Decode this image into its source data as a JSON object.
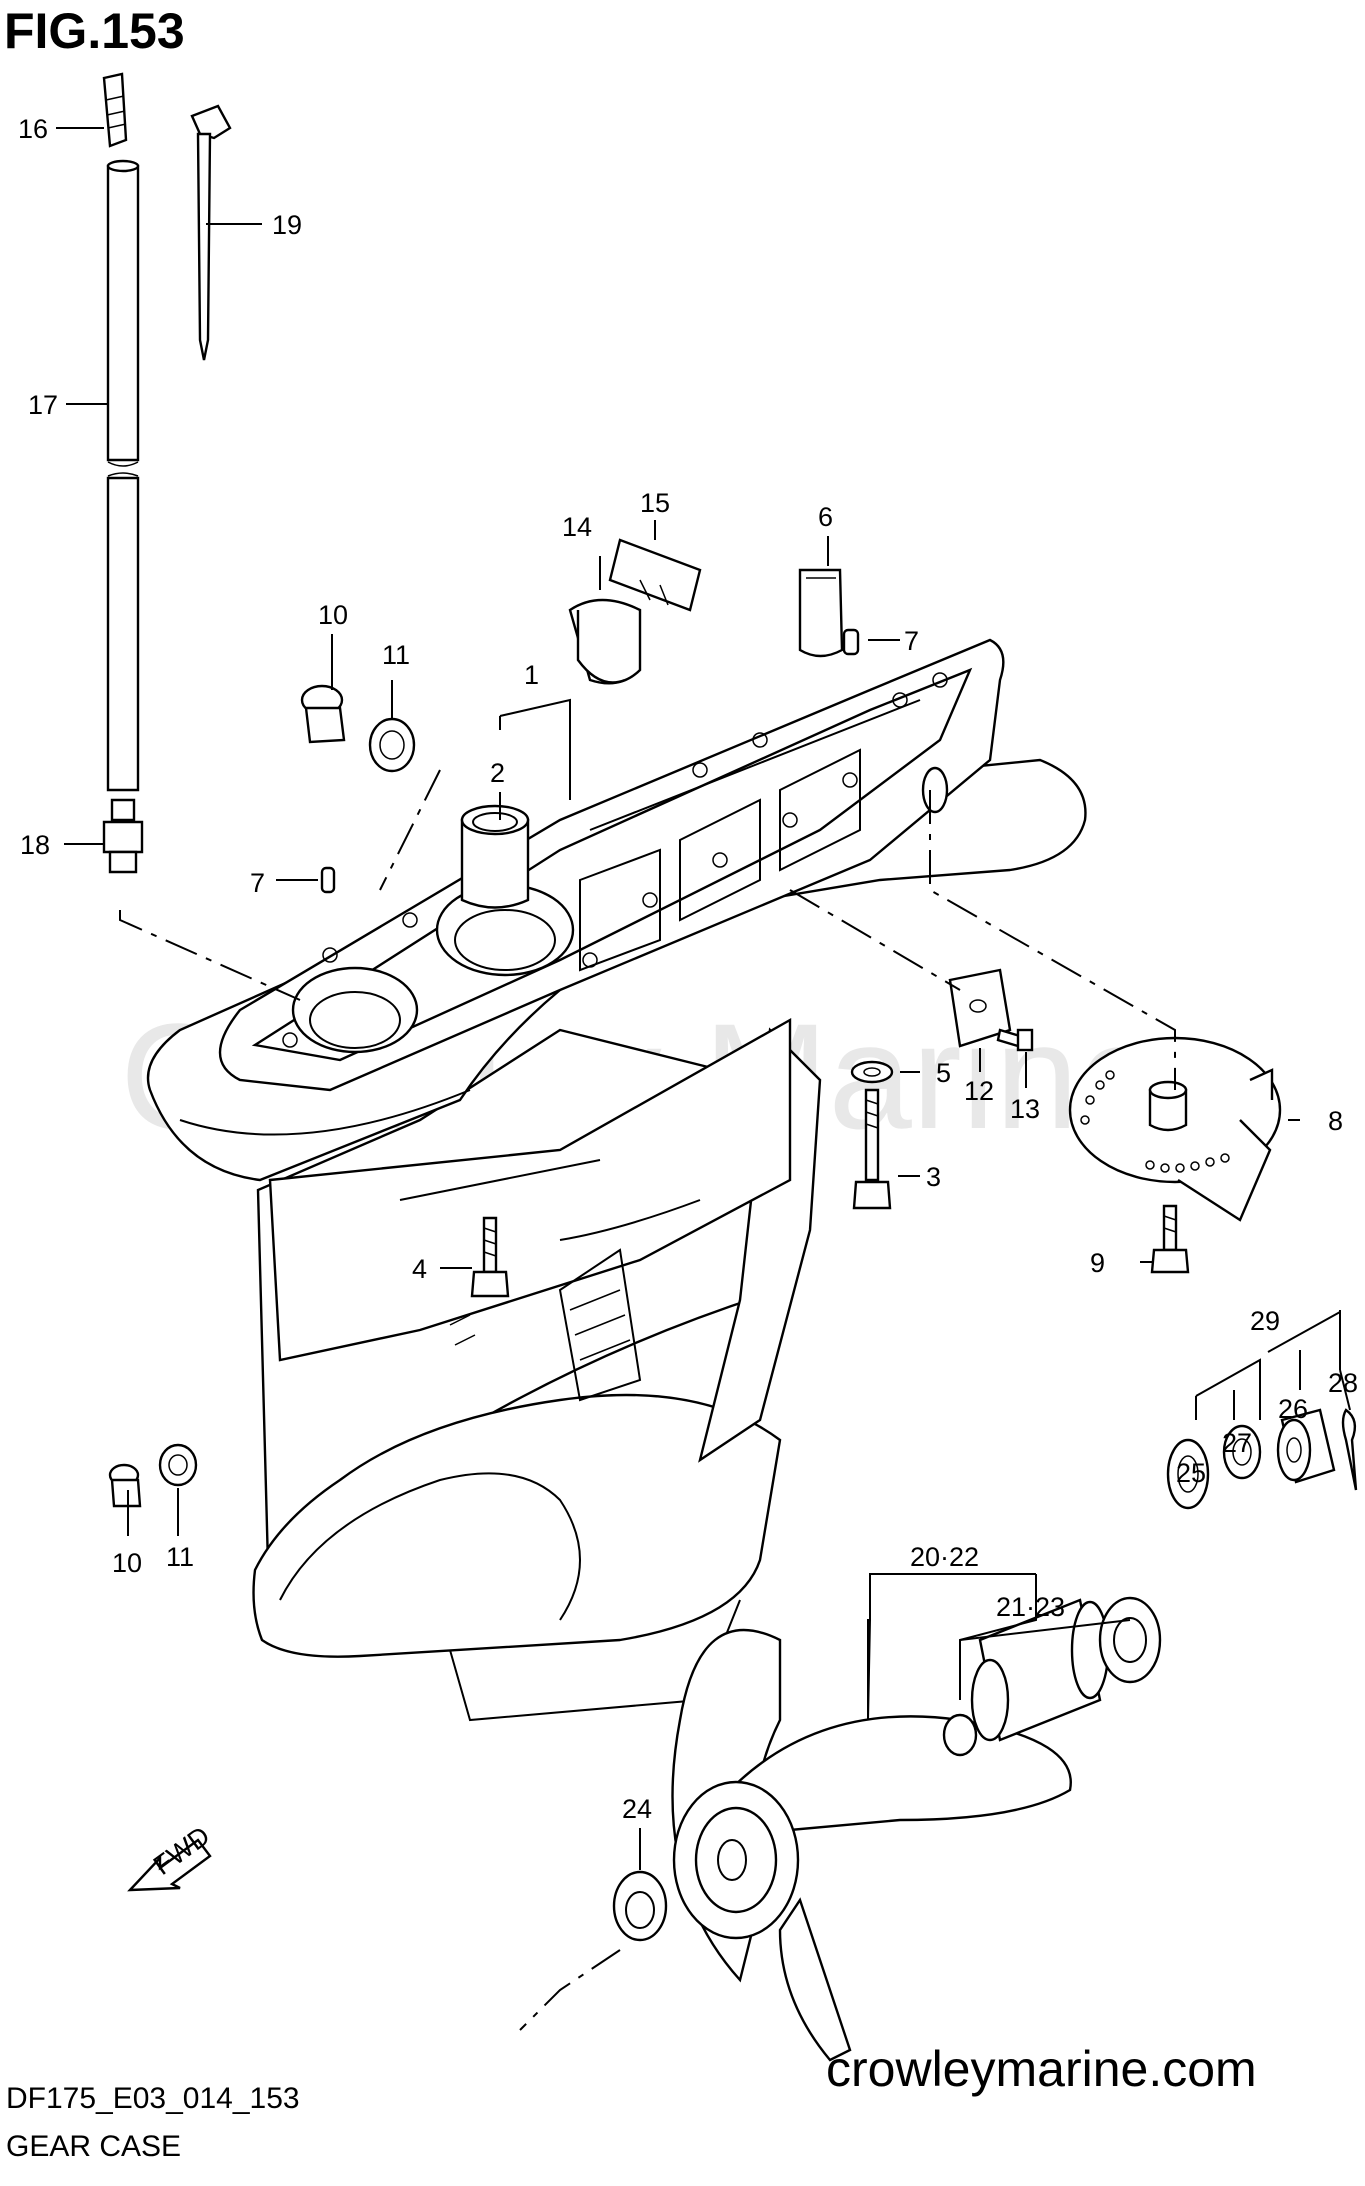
{
  "figure": {
    "title": "FIG.153",
    "code": "DF175_E03_014_153",
    "name": "GEAR CASE",
    "website": "crowleymarine.com",
    "watermark": "Crowley Marine"
  },
  "callouts": {
    "c1": "1",
    "c2": "2",
    "c3": "3",
    "c4": "4",
    "c5": "5",
    "c6": "6",
    "c7a": "7",
    "c7b": "7",
    "c8": "8",
    "c9": "9",
    "c10a": "10",
    "c10b": "10",
    "c11a": "11",
    "c11b": "11",
    "c12": "12",
    "c13": "13",
    "c14": "14",
    "c15": "15",
    "c16": "16",
    "c17": "17",
    "c18": "18",
    "c19": "19",
    "c20_22": "20·22",
    "c21_23": "21·23",
    "c24": "24",
    "c25": "25",
    "c26": "26",
    "c27": "27",
    "c28": "28",
    "c29": "29"
  },
  "fwd_marker": "FWD"
}
